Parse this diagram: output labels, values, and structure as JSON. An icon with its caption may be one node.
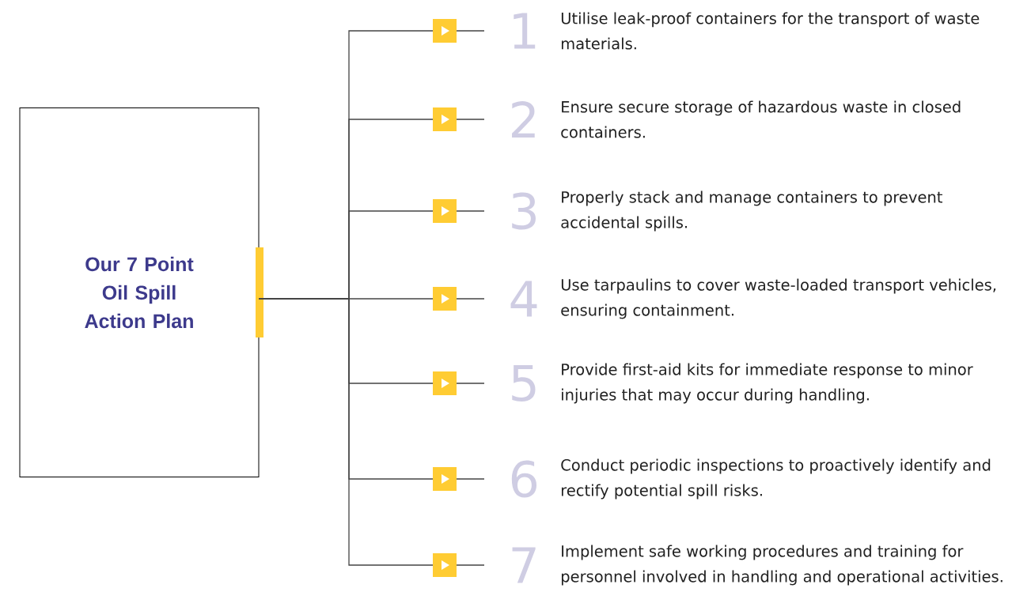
{
  "diagram": {
    "nodes": [
      {
        "text": [
          "Our 7 Point Oil Spill Action Plan"
        ]
      },
      {
        "text": [
          "1",
          "Utilise leak-proof containers for the transport of waste materials."
        ]
      },
      {
        "text": [
          "2",
          "Ensure secure storage of hazardous waste in closed containers."
        ]
      },
      {
        "text": [
          "3",
          "Properly stack and manage containers to prevent accidental spills."
        ]
      },
      {
        "text": [
          "4",
          "Use tarpaulins to cover waste-loaded transport vehicles, ensuring containment."
        ]
      },
      {
        "text": [
          "5",
          "Provide first-aid kits for immediate response to minor injuries that may occur during handling."
        ]
      },
      {
        "text": [
          "6",
          "Conduct periodic inspections to proactively identify and rectify potential spill risks."
        ]
      },
      {
        "text": [
          "7",
          "Implement safe working procedures and training for personnel involved in handling and operational activities."
        ]
      }
    ],
    "edges": [
      {
        "from": 0,
        "to": 1,
        "arrow": "to"
      },
      {
        "from": 0,
        "to": 2,
        "arrow": "to"
      },
      {
        "from": 0,
        "to": 3,
        "arrow": "to"
      },
      {
        "from": 0,
        "to": 4,
        "arrow": "to"
      },
      {
        "from": 0,
        "to": 5,
        "arrow": "to"
      },
      {
        "from": 0,
        "to": 6,
        "arrow": "to"
      },
      {
        "from": 0,
        "to": 7,
        "arrow": "to"
      }
    ]
  }
}
